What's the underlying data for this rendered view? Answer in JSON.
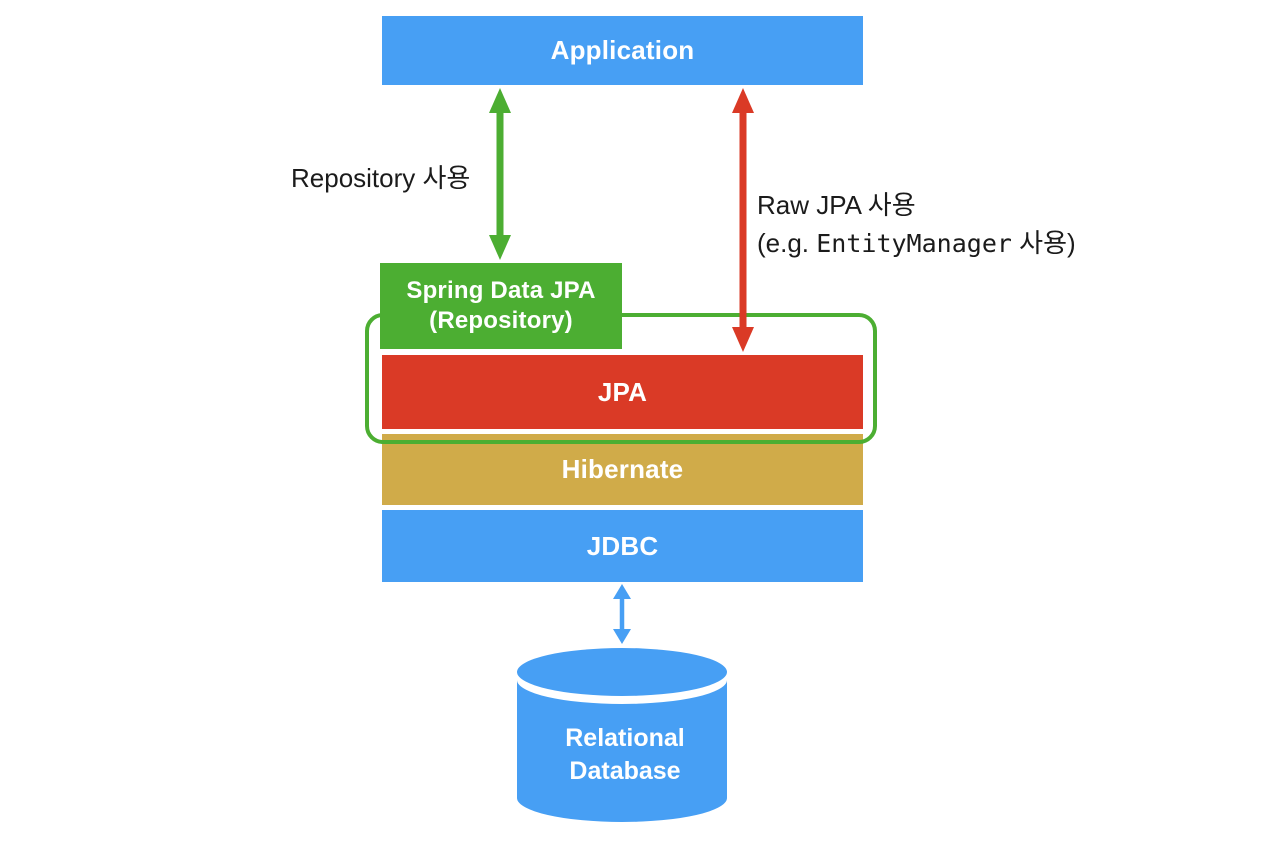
{
  "diagram": {
    "boxes": {
      "application": "Application",
      "spring_data_jpa_line1": "Spring Data JPA",
      "spring_data_jpa_line2": "(Repository)",
      "jpa": "JPA",
      "hibernate": "Hibernate",
      "jdbc": "JDBC",
      "database_line1": "Relational",
      "database_line2": "Database"
    },
    "labels": {
      "repository_usage": "Repository 사용",
      "raw_jpa_line1": "Raw JPA 사용",
      "raw_jpa_line2_prefix": "(e.g. ",
      "raw_jpa_line2_code": "EntityManager",
      "raw_jpa_line2_suffix": " 사용)"
    },
    "colors": {
      "blue": "#479FF4",
      "green": "#4CAE32",
      "red": "#DA3A26",
      "gold": "#D0AB49",
      "label_text": "#1B1B1B",
      "box_text": "#FFFFFF"
    }
  }
}
